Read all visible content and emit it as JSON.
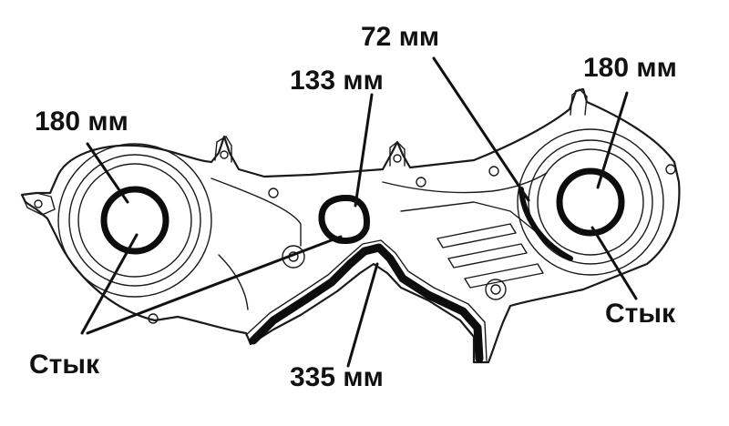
{
  "labels": {
    "left_seal_length": "180 мм",
    "center_seal_length": "133 мм",
    "diagonal_seal_length": "72 мм",
    "right_seal_length": "180 мм",
    "bottom_seal_length": "335 мм",
    "left_joint": "Стык",
    "right_joint": "Стык"
  },
  "colors": {
    "ink": "#111111",
    "background": "#ffffff"
  }
}
